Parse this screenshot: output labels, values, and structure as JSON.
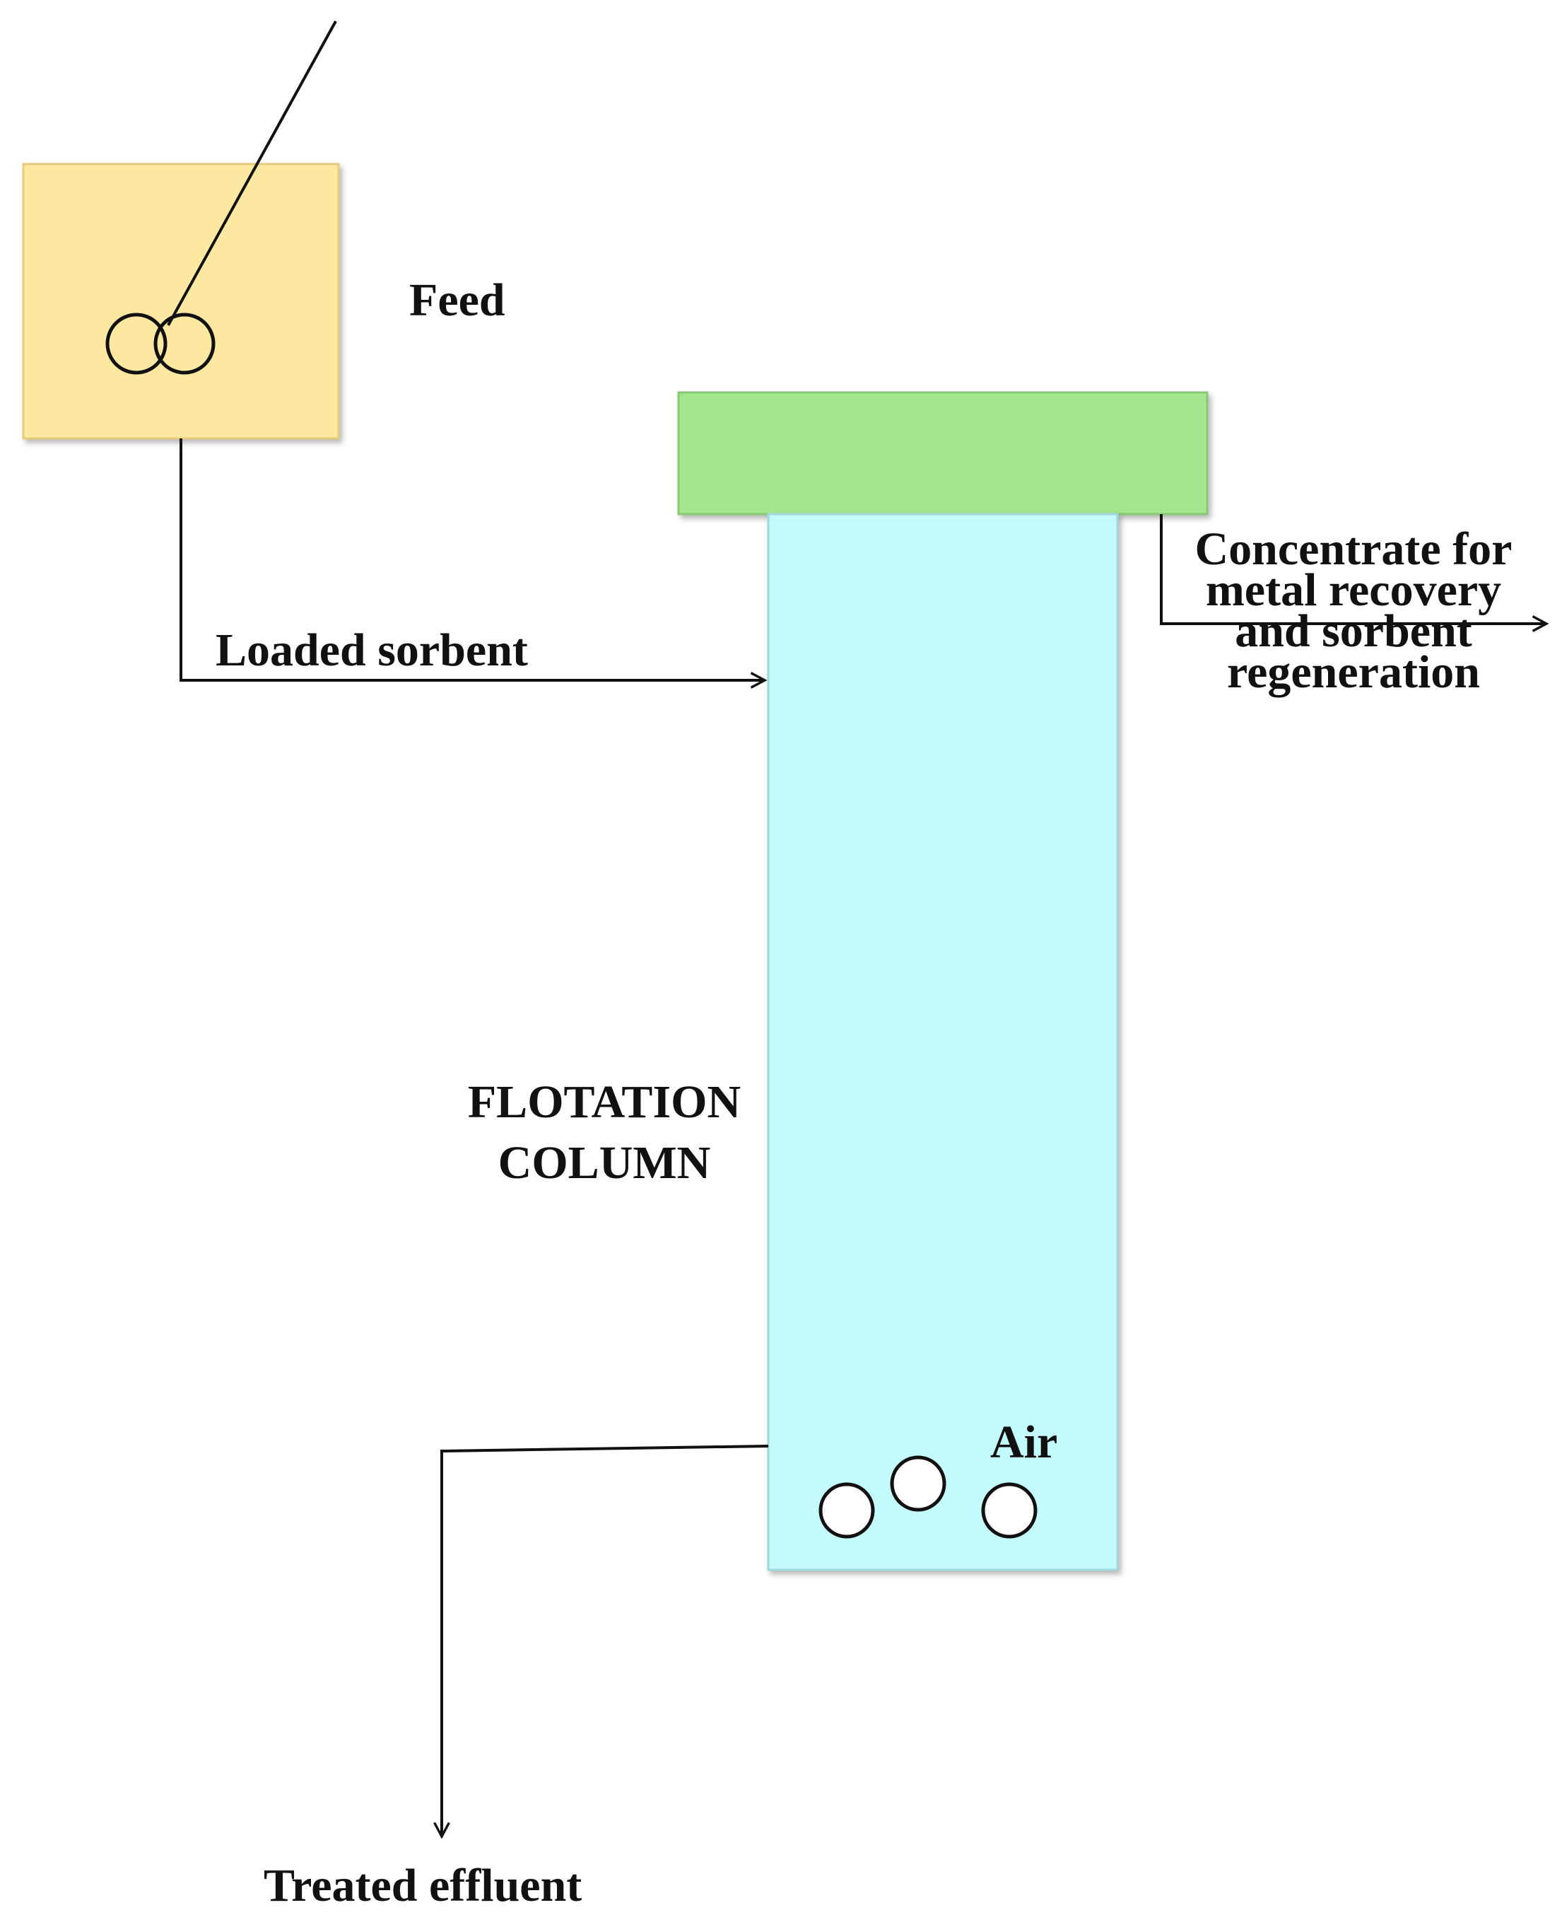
{
  "diagram": {
    "colors": {
      "feed_tank": "#fde8a2",
      "froth_zone": "#a3e68d",
      "column": "#c3fbfc",
      "line": "#111111"
    },
    "labels": {
      "feed": "Feed",
      "loaded_sorbent": "Loaded sorbent",
      "concentrate": [
        "Concentrate for",
        "metal recovery",
        "and sorbent",
        "regeneration"
      ],
      "column": [
        "FLOTATION",
        "COLUMN"
      ],
      "air": "Air",
      "treated_effluent": "Treated effluent"
    }
  }
}
